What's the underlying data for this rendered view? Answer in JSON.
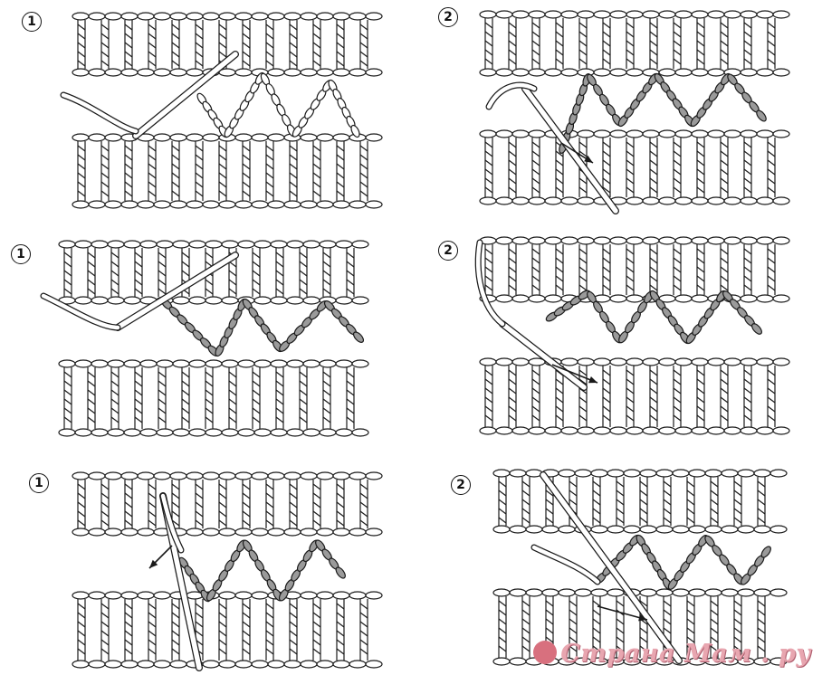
{
  "panels": [
    {
      "id": "p1",
      "step": "1"
    },
    {
      "id": "p2",
      "step": "2"
    },
    {
      "id": "p3",
      "step": "1"
    },
    {
      "id": "p4",
      "step": "2"
    },
    {
      "id": "p5",
      "step": "1"
    },
    {
      "id": "p6",
      "step": "2"
    }
  ],
  "watermark": {
    "text": "Страна Мам . ру"
  },
  "colors": {
    "ink": "#1a1a1a",
    "yarn": "#ffffff",
    "working_yarn": "#9a9a9a",
    "paper": "#ffffff"
  },
  "icons": [
    "hook-icon",
    "direction-arrow-icon",
    "yarn-strand-icon"
  ]
}
